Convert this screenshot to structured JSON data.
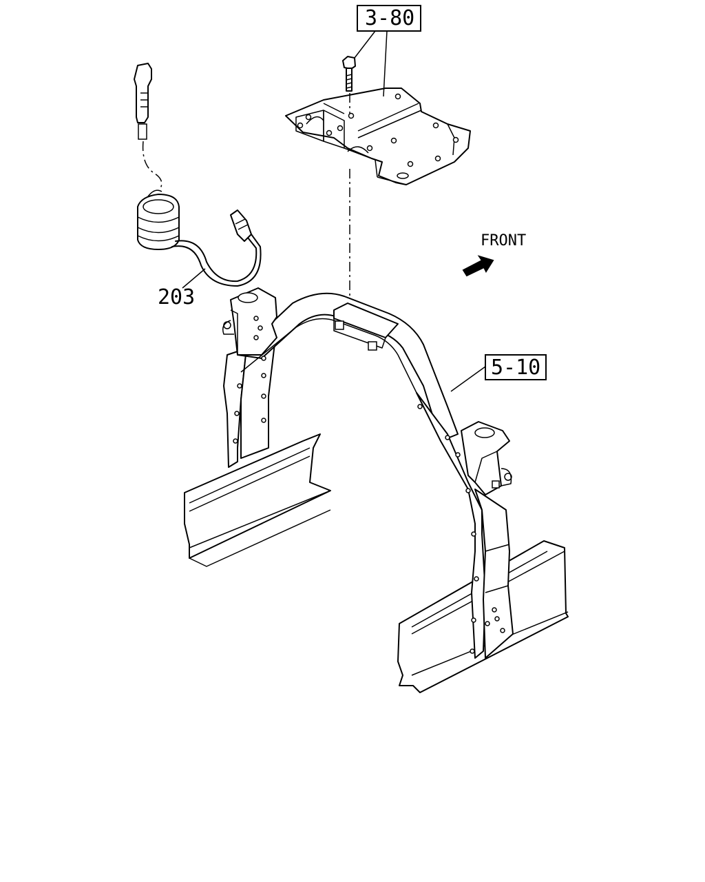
{
  "labels": {
    "ref_top": "3-80",
    "ref_frame": "5-10",
    "part_cable": "203",
    "direction": "FRONT"
  },
  "icons": {
    "direction_arrow": "front-arrow-icon"
  }
}
